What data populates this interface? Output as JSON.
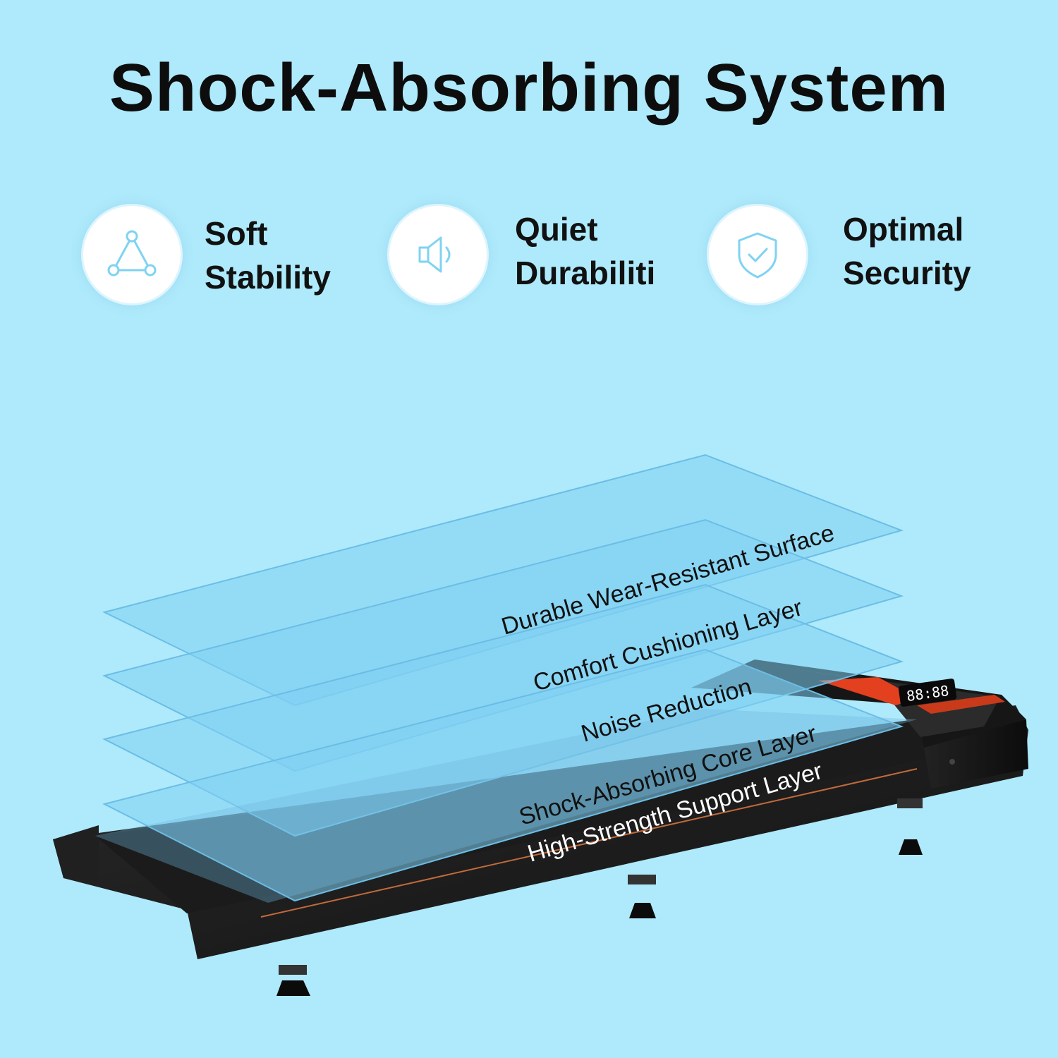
{
  "header": {
    "title": "Shock-Absorbing System"
  },
  "features": [
    {
      "line1": "Soft",
      "line2": "Stability",
      "icon": "triangle-nodes-icon"
    },
    {
      "line1": "Quiet",
      "line2": "Durabiliti",
      "icon": "speaker-icon"
    },
    {
      "line1": "Optimal",
      "line2": "Security",
      "icon": "shield-check-icon"
    }
  ],
  "layers": [
    "Durable Wear-Resistant Surface",
    "Comfort Cushioning Layer",
    "Noise Reduction",
    "Shock-Absorbing Core Layer",
    "High-Strength Support  Layer"
  ],
  "display": {
    "readout": "88:88"
  },
  "colors": {
    "background": "#aeeafb",
    "icon_stroke": "#7fd3f2",
    "accent": "#e2401f"
  }
}
